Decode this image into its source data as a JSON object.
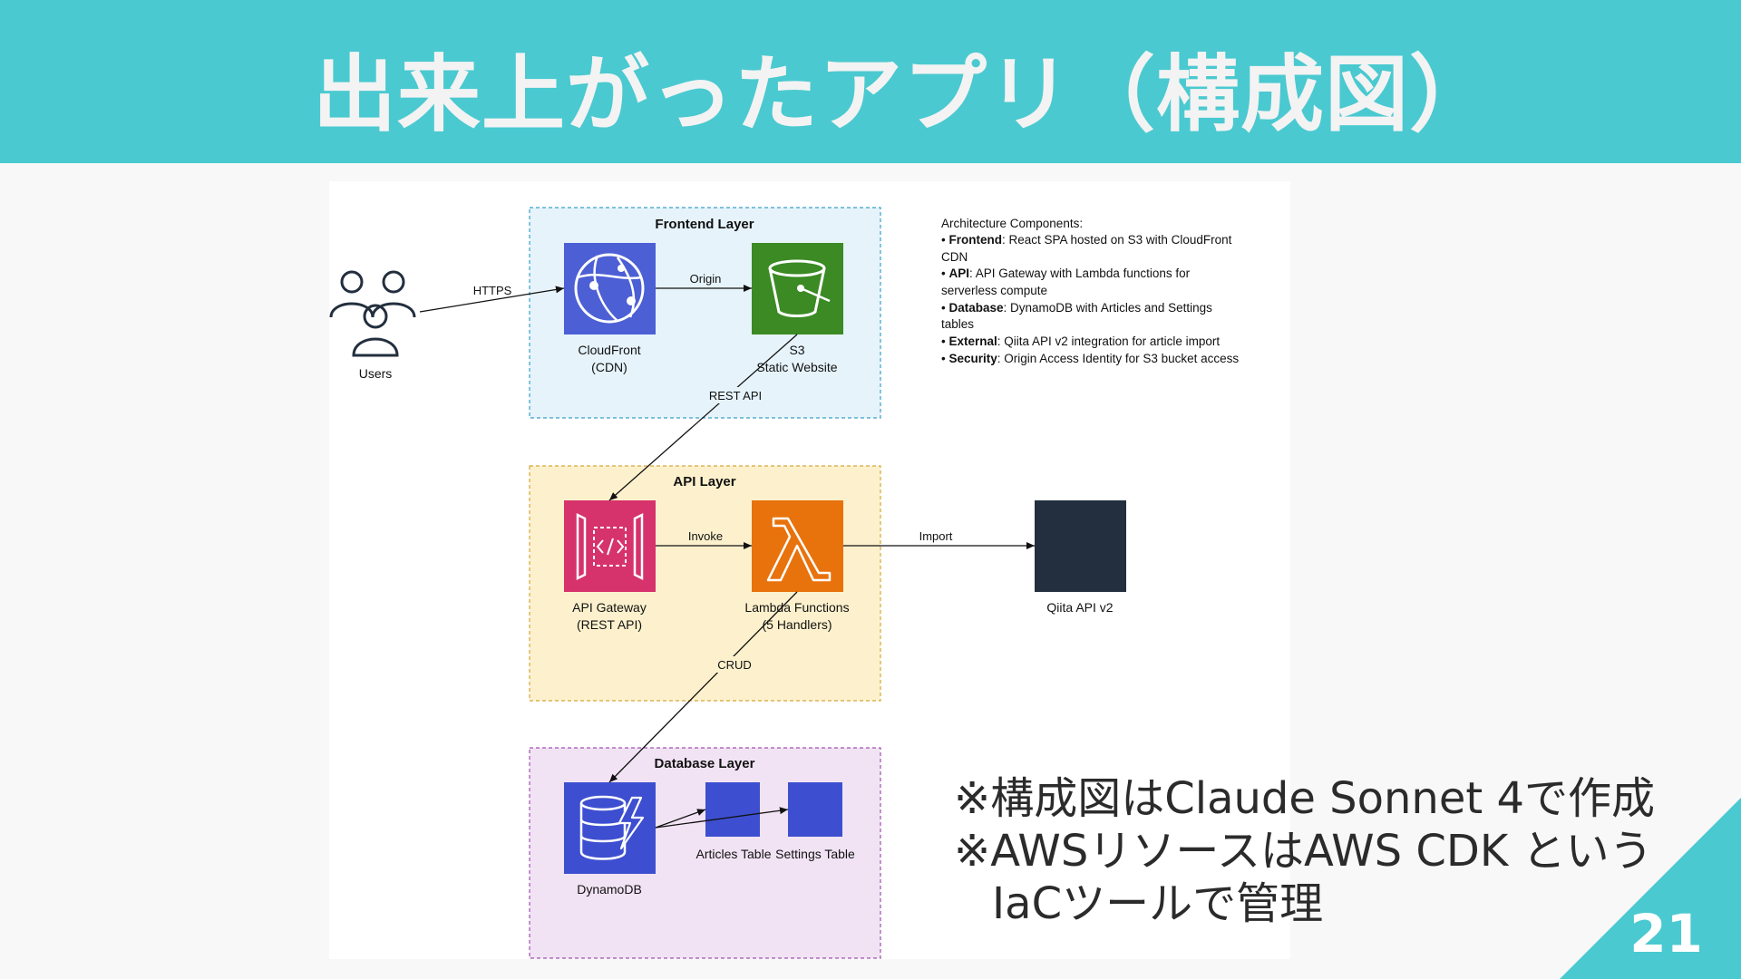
{
  "slide": {
    "title": "出来上がったアプリ（構成図）",
    "page_number": "21",
    "accent_color": "#4ac9d0"
  },
  "notes": {
    "line1": "※構成図はClaude Sonnet 4で作成",
    "line2": "※AWSリソースはAWS CDK という",
    "line3": "IaCツールで管理"
  },
  "diagram": {
    "users_label": "Users",
    "frontend": {
      "title": "Frontend Layer",
      "cloudfront_label_1": "CloudFront",
      "cloudfront_label_2": "(CDN)",
      "s3_label_1": "S3",
      "s3_label_2": "Static Website"
    },
    "api": {
      "title": "API Layer",
      "gateway_label_1": "API Gateway",
      "gateway_label_2": "(REST API)",
      "lambda_label_1": "Lambda Functions",
      "lambda_label_2": "(5 Handlers)"
    },
    "database": {
      "title": "Database Layer",
      "dynamodb_label": "DynamoDB",
      "articles_label": "Articles Table",
      "settings_label": "Settings Table"
    },
    "external": {
      "qiita_label": "Qiita API v2"
    },
    "edges": {
      "https": "HTTPS",
      "origin": "Origin",
      "rest_api": "REST API",
      "invoke": "Invoke",
      "import": "Import",
      "crud": "CRUD"
    },
    "components": {
      "heading": "Architecture Components:",
      "items": [
        {
          "bold": "Frontend",
          "text": ": React SPA hosted on S3 with CloudFront",
          "cont": "CDN"
        },
        {
          "bold": "API",
          "text": ": API Gateway with Lambda functions for",
          "cont": "serverless compute"
        },
        {
          "bold": "Database",
          "text": ": DynamoDB with Articles and Settings",
          "cont": "tables"
        },
        {
          "bold": "External",
          "text": ": Qiita API v2 integration for article import",
          "cont": ""
        },
        {
          "bold": "Security",
          "text": ": Origin Access Identity for S3 bucket access",
          "cont": ""
        }
      ]
    },
    "colors": {
      "frontend_bg": "#e6f3fb",
      "api_bg": "#fdf1cd",
      "db_bg": "#f1e3f4",
      "cloudfront": "#4c5fd5",
      "s3": "#3b8a24",
      "api_gateway": "#d6336c",
      "lambda": "#e8720c",
      "dynamodb": "#3d4fd0",
      "qiita": "#232f3e"
    }
  }
}
